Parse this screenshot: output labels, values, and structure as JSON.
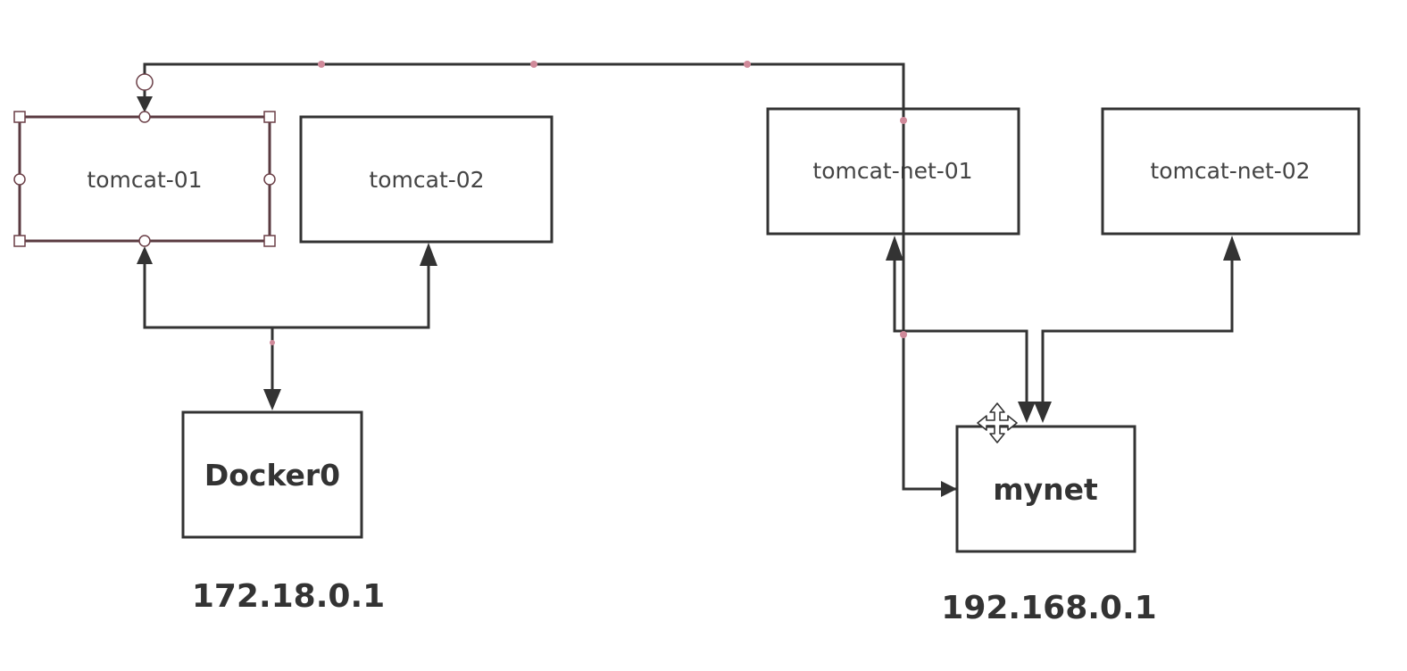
{
  "nodes": {
    "tomcat01": "tomcat-01",
    "tomcat02": "tomcat-02",
    "tomcatNet01": "tomcat-net-01",
    "tomcatNet02": "tomcat-net-02",
    "docker0": "Docker0",
    "mynet": "mynet"
  },
  "ips": {
    "docker0": "172.18.0.1",
    "mynet": "192.168.0.1"
  },
  "icons": {
    "cursor": "move-cursor-icon"
  },
  "colors": {
    "stroke": "#333333",
    "selection": "#6b3f47",
    "waypoint": "#d08a9a"
  }
}
